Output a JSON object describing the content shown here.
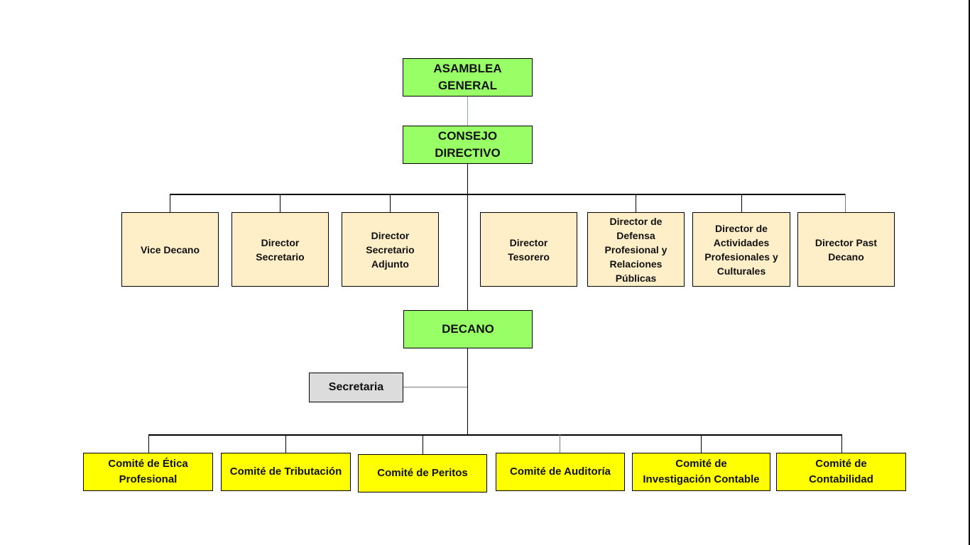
{
  "chart": {
    "top": [
      {
        "id": "asamblea",
        "label": "ASAMBLEA\nGENERAL"
      },
      {
        "id": "consejo",
        "label": "CONSEJO\nDIRECTIVO"
      }
    ],
    "directors": [
      {
        "label": "Vice Decano"
      },
      {
        "label": "Director\nSecretario"
      },
      {
        "label": "Director\nSecretario\nAdjunto"
      },
      {
        "label": "Director\nTesorero"
      },
      {
        "label": "Director de\nDefensa\nProfesional y\nRelaciones\nPúblicas"
      },
      {
        "label": "Director de\nActividades\nProfesionales y\nCulturales"
      },
      {
        "label": "Director Past\nDecano"
      }
    ],
    "decano": {
      "label": "DECANO"
    },
    "secretaria": {
      "label": "Secretaria"
    },
    "committees": [
      {
        "label": "Comité de Ética\nProfesional"
      },
      {
        "label": "Comité de Tributación"
      },
      {
        "label": "Comité de Peritos"
      },
      {
        "label": "Comité de Auditoría"
      },
      {
        "label": "Comité de\nInvestigación Contable"
      },
      {
        "label": "Comité de\nContabilidad"
      }
    ]
  },
  "colors": {
    "governance": "#99ff66",
    "directors": "#ffefc9",
    "secretaria": "#dcdcdc",
    "committees": "#ffff00"
  }
}
